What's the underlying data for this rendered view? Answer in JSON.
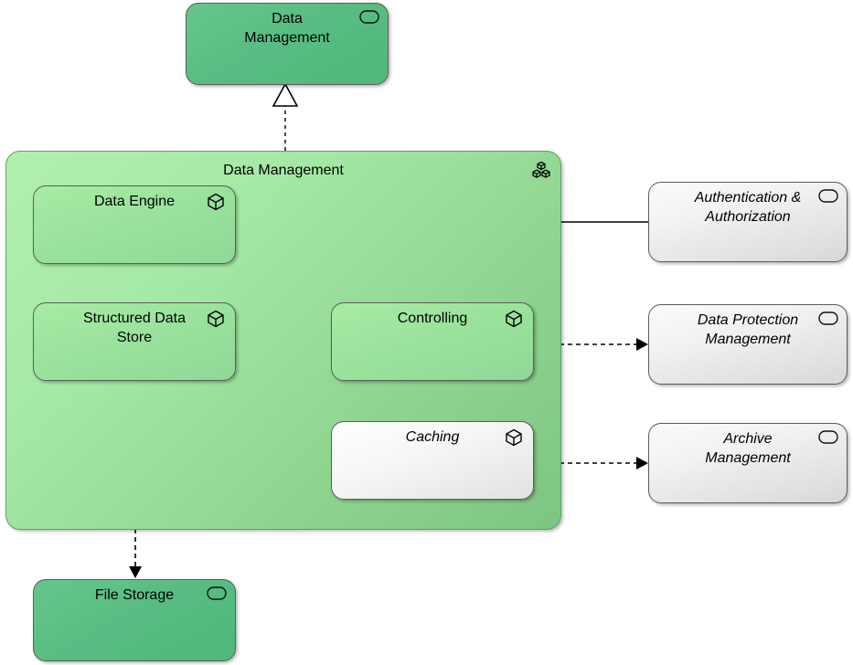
{
  "diagram": {
    "title": "Data Management",
    "type": "uml-component-diagram"
  },
  "nodes": {
    "data_management_service": {
      "label": "Data\nManagement",
      "icon": "rounded-rect-service-icon",
      "style": "green-dark",
      "italic": false
    },
    "data_management_container": {
      "label": "Data Management",
      "icon": "component-group-icon",
      "style": "green-gradient"
    },
    "data_engine": {
      "label": "Data Engine",
      "icon": "cube-component-icon",
      "style": "green-light",
      "italic": false
    },
    "structured_data_store": {
      "label": "Structured Data\nStore",
      "icon": "cube-component-icon",
      "style": "green-light",
      "italic": false
    },
    "controlling": {
      "label": "Controlling",
      "icon": "cube-component-icon",
      "style": "green-light",
      "italic": false
    },
    "caching": {
      "label": "Caching",
      "icon": "cube-component-icon",
      "style": "grey",
      "italic": true
    },
    "authentication_authorization": {
      "label": "Authentication &\nAuthorization",
      "icon": "rounded-rect-service-icon",
      "style": "grey",
      "italic": true
    },
    "data_protection_management": {
      "label": "Data Protection\nManagement",
      "icon": "rounded-rect-service-icon",
      "style": "grey",
      "italic": true
    },
    "archive_management": {
      "label": "Archive\nManagement",
      "icon": "rounded-rect-service-icon",
      "style": "grey",
      "italic": true
    },
    "file_storage": {
      "label": "File Storage",
      "icon": "rounded-rect-service-icon",
      "style": "green-dark",
      "italic": false
    }
  },
  "connections": [
    {
      "id": "realization-container-to-service",
      "from": "data_management_container",
      "to": "data_management_service",
      "line": "dashed",
      "arrowhead": "hollow-triangle",
      "kind": "realization"
    },
    {
      "id": "dependency-engine-to-store",
      "from": "data_engine",
      "to": "structured_data_store",
      "line": "dashed",
      "arrowhead": "solid-triangle",
      "kind": "dependency"
    },
    {
      "id": "dependency-store-to-file-storage",
      "from": "structured_data_store",
      "to": "file_storage",
      "line": "dashed",
      "arrowhead": "solid-triangle",
      "kind": "dependency"
    },
    {
      "id": "assoc-auth-to-engine",
      "from": "authentication_authorization",
      "to": "data_engine",
      "line": "solid",
      "arrowhead": "open-arrow",
      "kind": "association"
    },
    {
      "id": "dependency-container-to-data-protection",
      "from": "data_management_container",
      "to": "data_protection_management",
      "line": "dashed",
      "arrowhead": "solid-triangle",
      "kind": "dependency"
    },
    {
      "id": "dependency-container-to-archive",
      "from": "data_management_container",
      "to": "archive_management",
      "line": "dashed",
      "arrowhead": "solid-triangle",
      "kind": "dependency"
    }
  ],
  "colors": {
    "green_dark": "#58bd82",
    "green_light": "#9de39e",
    "container_green_top": "#b2f0ad",
    "container_green_bottom": "#7cc682",
    "grey_fill": "#f2f2f2",
    "border": "#5c5c5c",
    "line": "#000000"
  }
}
